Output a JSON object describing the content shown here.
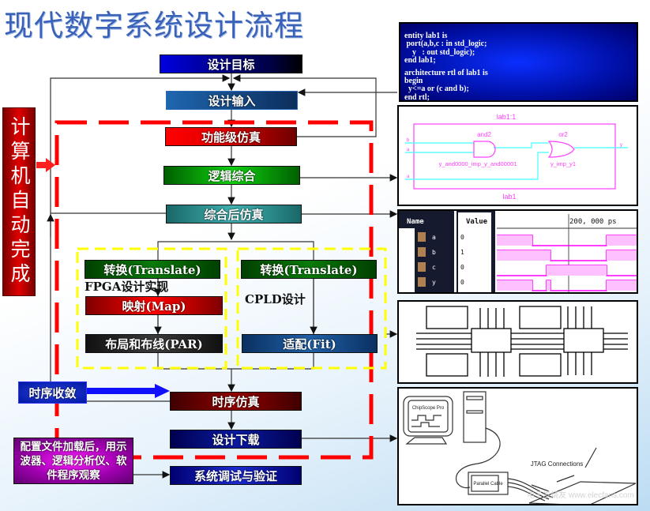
{
  "title": "现代数字系统设计流程",
  "auto_label": "计算机自动完成",
  "flow": {
    "design_goal": "设计目标",
    "design_input": "设计输入",
    "functional_sim": "功能级仿真",
    "logic_synthesis": "逻辑综合",
    "post_synth_sim": "综合后仿真",
    "fpga_translate": "转换(Translate)",
    "fpga_label": "FPGA设计实现",
    "map": "映射(Map)",
    "par": "布局和布线(PAR)",
    "cpld_translate": "转换(Translate)",
    "cpld_label": "CPLD设计",
    "fit": "适配(Fit)",
    "timing_closure": "时序收敛",
    "timing_sim": "时序仿真",
    "download": "设计下载",
    "debug_note": "配置文件加载后，用示波器、逻辑分析仪、软件程序观察",
    "verify": "系统调试与验证"
  },
  "code_panel": {
    "lines": [
      "entity lab1 is",
      " port(a,b,c : in std_logic;",
      "    y   : out std_logic);",
      "end lab1;",
      "",
      "architecture rtl of lab1 is",
      "begin",
      "  y<=a or (c and b);",
      "end rtl;"
    ]
  },
  "schematic": {
    "top_label": "lab1:1",
    "bottom_label": "lab1",
    "and_gate": "and2",
    "and_inst": "y_and0000_imp_y_and00001",
    "or_gate": "or2",
    "or_inst": "y_imp_y1",
    "inputs": [
      "b",
      "a",
      "a"
    ],
    "output": "y"
  },
  "waveform": {
    "name_header": "Name",
    "value_header": "Value",
    "cursor_label": "200, 000 ps",
    "signals": [
      {
        "name": "a",
        "value": "0"
      },
      {
        "name": "b",
        "value": "1"
      },
      {
        "name": "c",
        "value": "0"
      },
      {
        "name": "y",
        "value": "0"
      }
    ]
  },
  "chipscope": {
    "monitor_text": "ChipScope Pro",
    "cable_text": "Parallel Cable",
    "jtag_text": "JTAG Connections",
    "watermark": "电子发烧友 www.elecfans.com"
  },
  "colors": {
    "red_dash": "#ff0000",
    "yellow_dash": "#ffff00",
    "accent": "#0000cc"
  }
}
